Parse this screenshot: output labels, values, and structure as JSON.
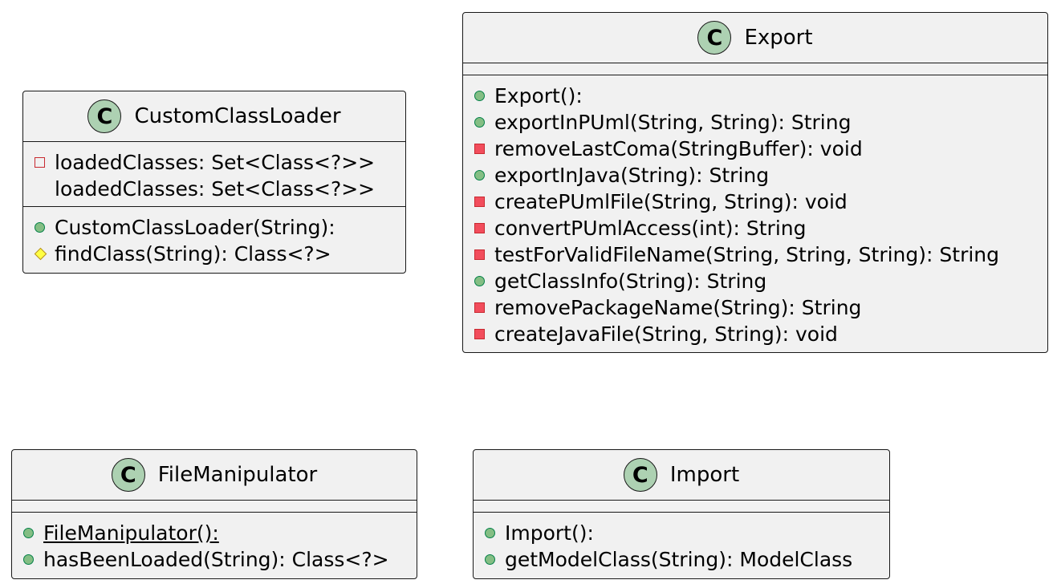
{
  "diagram": {
    "classes": {
      "custom_class_loader": {
        "name": "CustomClassLoader",
        "stereotype_letter": "C",
        "fields": [
          {
            "visibility": "private",
            "text": "loadedClasses: Set<Class<?>>"
          },
          {
            "visibility": "none",
            "text": "loadedClasses: Set<Class<?>>"
          }
        ],
        "methods": [
          {
            "visibility": "public",
            "text": "CustomClassLoader(String):"
          },
          {
            "visibility": "protected",
            "text": "findClass(String): Class<?>"
          }
        ]
      },
      "export": {
        "name": "Export",
        "stereotype_letter": "C",
        "methods": [
          {
            "visibility": "public",
            "text": "Export():"
          },
          {
            "visibility": "public",
            "text": "exportInPUml(String, String): String"
          },
          {
            "visibility": "private",
            "text": "removeLastComa(StringBuffer): void"
          },
          {
            "visibility": "public",
            "text": "exportInJava(String): String"
          },
          {
            "visibility": "private",
            "text": "createPUmlFile(String, String): void"
          },
          {
            "visibility": "private",
            "text": "convertPUmlAccess(int): String"
          },
          {
            "visibility": "private",
            "text": "testForValidFileName(String, String, String): String"
          },
          {
            "visibility": "public",
            "text": "getClassInfo(String): String"
          },
          {
            "visibility": "private",
            "text": "removePackageName(String): String"
          },
          {
            "visibility": "private",
            "text": "createJavaFile(String, String): void"
          }
        ]
      },
      "file_manipulator": {
        "name": "FileManipulator",
        "stereotype_letter": "C",
        "methods": [
          {
            "visibility": "public",
            "text": "FileManipulator():",
            "static": true
          },
          {
            "visibility": "public",
            "text": "hasBeenLoaded(String): Class<?>"
          }
        ]
      },
      "import": {
        "name": "Import",
        "stereotype_letter": "C",
        "methods": [
          {
            "visibility": "public",
            "text": "Import():"
          },
          {
            "visibility": "public",
            "text": "getModelClass(String): ModelClass"
          }
        ]
      }
    }
  }
}
